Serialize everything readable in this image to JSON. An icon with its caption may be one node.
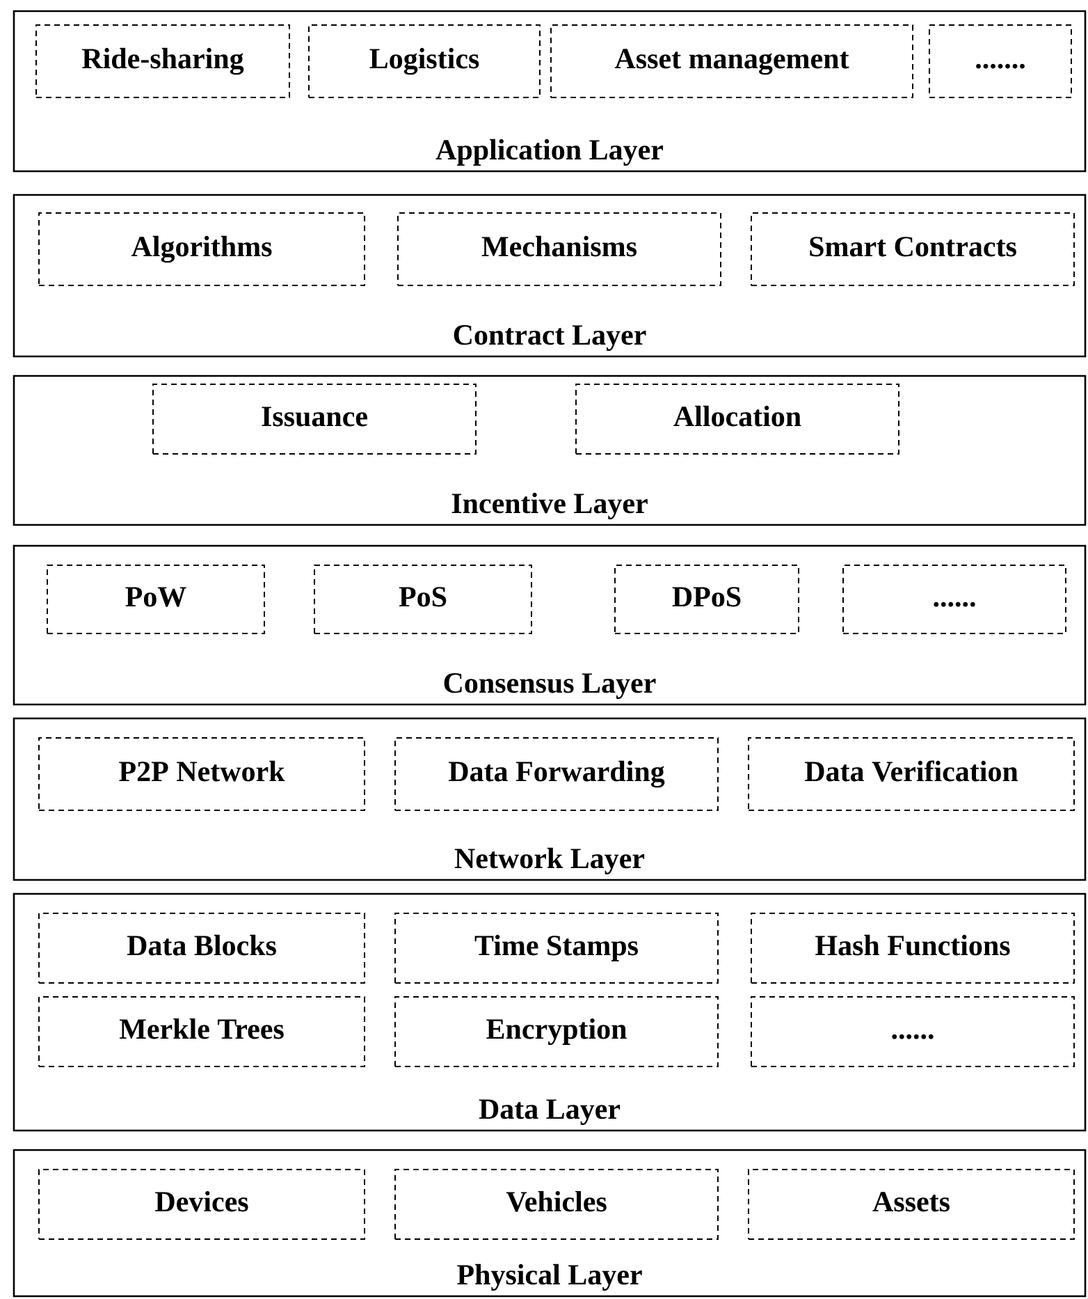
{
  "diagram": {
    "nodes": [
      {
        "text": [
          "Application Layer"
        ]
      },
      {
        "text": [
          "Ride-sharing"
        ],
        "in": 0
      },
      {
        "text": [
          "Logistics"
        ],
        "in": 0
      },
      {
        "text": [
          "Asset management"
        ],
        "in": 0
      },
      {
        "text": [
          "......."
        ],
        "in": 0
      },
      {
        "text": [
          "Contract Layer"
        ]
      },
      {
        "text": [
          "Algorithms"
        ],
        "in": 5
      },
      {
        "text": [
          "Mechanisms"
        ],
        "in": 5
      },
      {
        "text": [
          "Smart Contracts"
        ],
        "in": 5
      },
      {
        "text": [
          "Incentive Layer"
        ]
      },
      {
        "text": [
          "Issuance"
        ],
        "in": 9
      },
      {
        "text": [
          "Allocation"
        ],
        "in": 9
      },
      {
        "text": [
          "Consensus Layer"
        ]
      },
      {
        "text": [
          "PoW"
        ],
        "in": 12
      },
      {
        "text": [
          "PoS"
        ],
        "in": 12
      },
      {
        "text": [
          "DPoS"
        ],
        "in": 12
      },
      {
        "text": [
          "......"
        ],
        "in": 12
      },
      {
        "text": [
          "Network Layer"
        ]
      },
      {
        "text": [
          "P2P Network"
        ],
        "in": 17
      },
      {
        "text": [
          "Data Forwarding"
        ],
        "in": 17
      },
      {
        "text": [
          "Data Verification"
        ],
        "in": 17
      },
      {
        "text": [
          "Data Layer"
        ]
      },
      {
        "text": [
          "Data Blocks"
        ],
        "in": 21
      },
      {
        "text": [
          "Time Stamps"
        ],
        "in": 21
      },
      {
        "text": [
          "Hash Functions"
        ],
        "in": 21
      },
      {
        "text": [
          "Merkle Trees"
        ],
        "in": 21
      },
      {
        "text": [
          "Encryption"
        ],
        "in": 21
      },
      {
        "text": [
          "......"
        ],
        "in": 21
      },
      {
        "text": [
          "Physical Layer"
        ]
      },
      {
        "text": [
          "Devices"
        ],
        "in": 28
      },
      {
        "text": [
          "Vehicles"
        ],
        "in": 28
      },
      {
        "text": [
          "Assets"
        ],
        "in": 28
      }
    ]
  }
}
